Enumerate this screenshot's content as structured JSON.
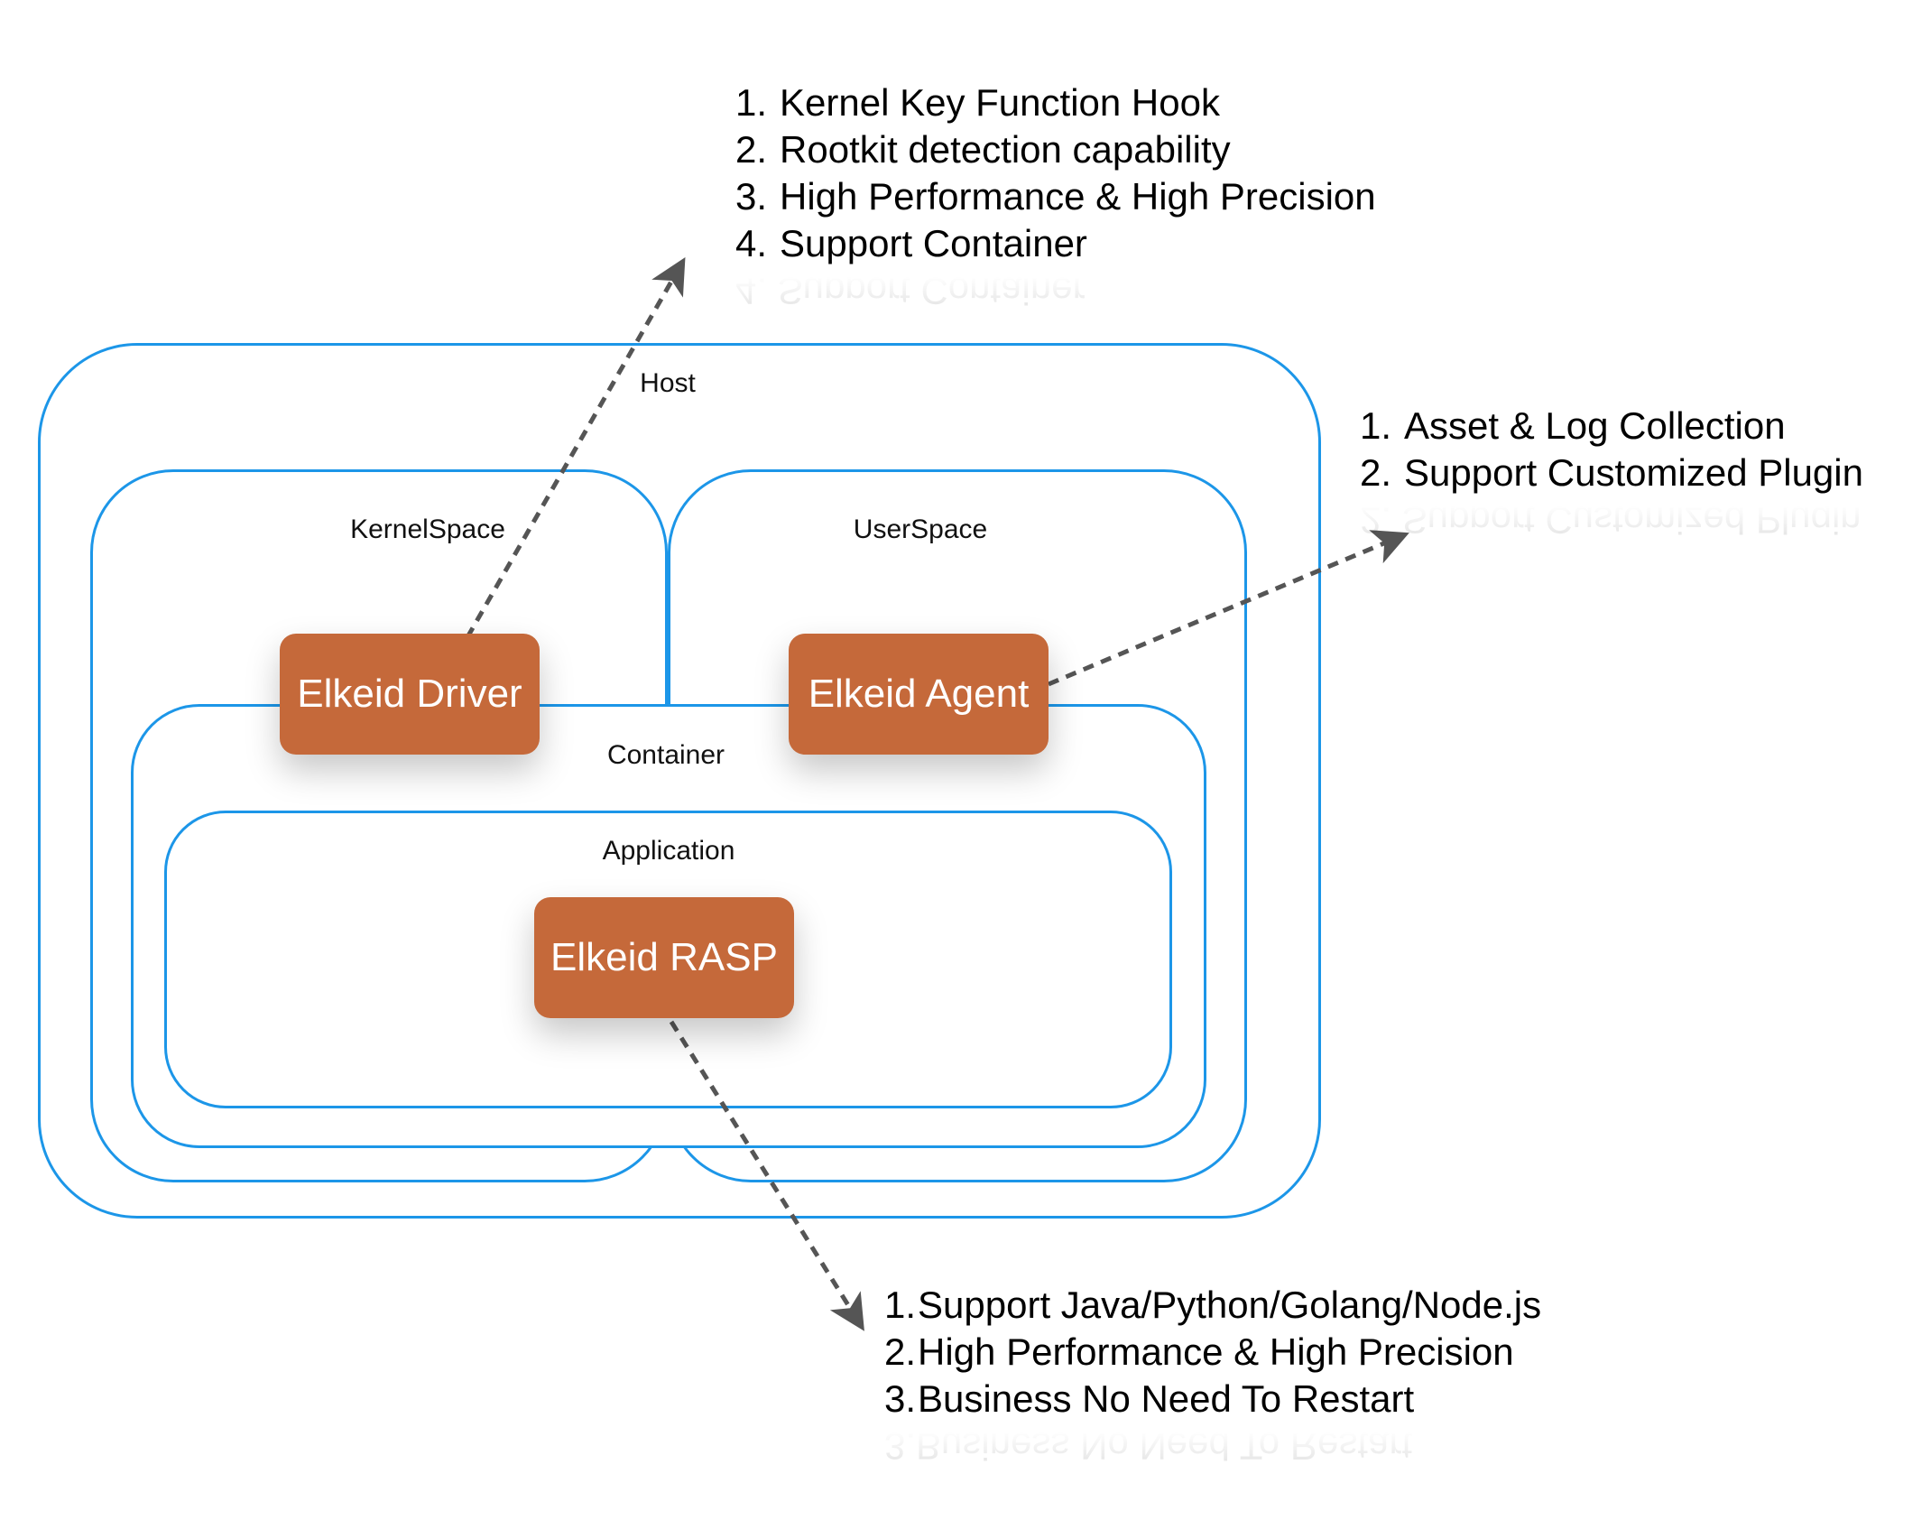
{
  "zones": {
    "host": "Host",
    "kernel_space": "KernelSpace",
    "user_space": "UserSpace",
    "container": "Container",
    "application": "Application"
  },
  "components": {
    "driver": "Elkeid Driver",
    "agent": "Elkeid Agent",
    "rasp": "Elkeid RASP"
  },
  "notes": {
    "driver": [
      {
        "num": "1.",
        "text": "Kernel Key Function Hook"
      },
      {
        "num": "2.",
        "text": "Rootkit detection capability"
      },
      {
        "num": "3.",
        "text": "High Performance & High Precision"
      },
      {
        "num": "4.",
        "text": "Support Container"
      }
    ],
    "agent": [
      {
        "num": "1.",
        "text": "Asset & Log Collection"
      },
      {
        "num": "2.",
        "text": "Support Customized Plugin"
      }
    ],
    "rasp": [
      {
        "num": "1.",
        "text": "Support Java/Python/Golang/Node.js"
      },
      {
        "num": "2.",
        "text": "High Performance & High Precision"
      },
      {
        "num": "3.",
        "text": "Business No Need To Restart"
      }
    ]
  },
  "colors": {
    "box_border": "#1c96e8",
    "component_fill": "#c5693a",
    "arrow": "#555555"
  }
}
